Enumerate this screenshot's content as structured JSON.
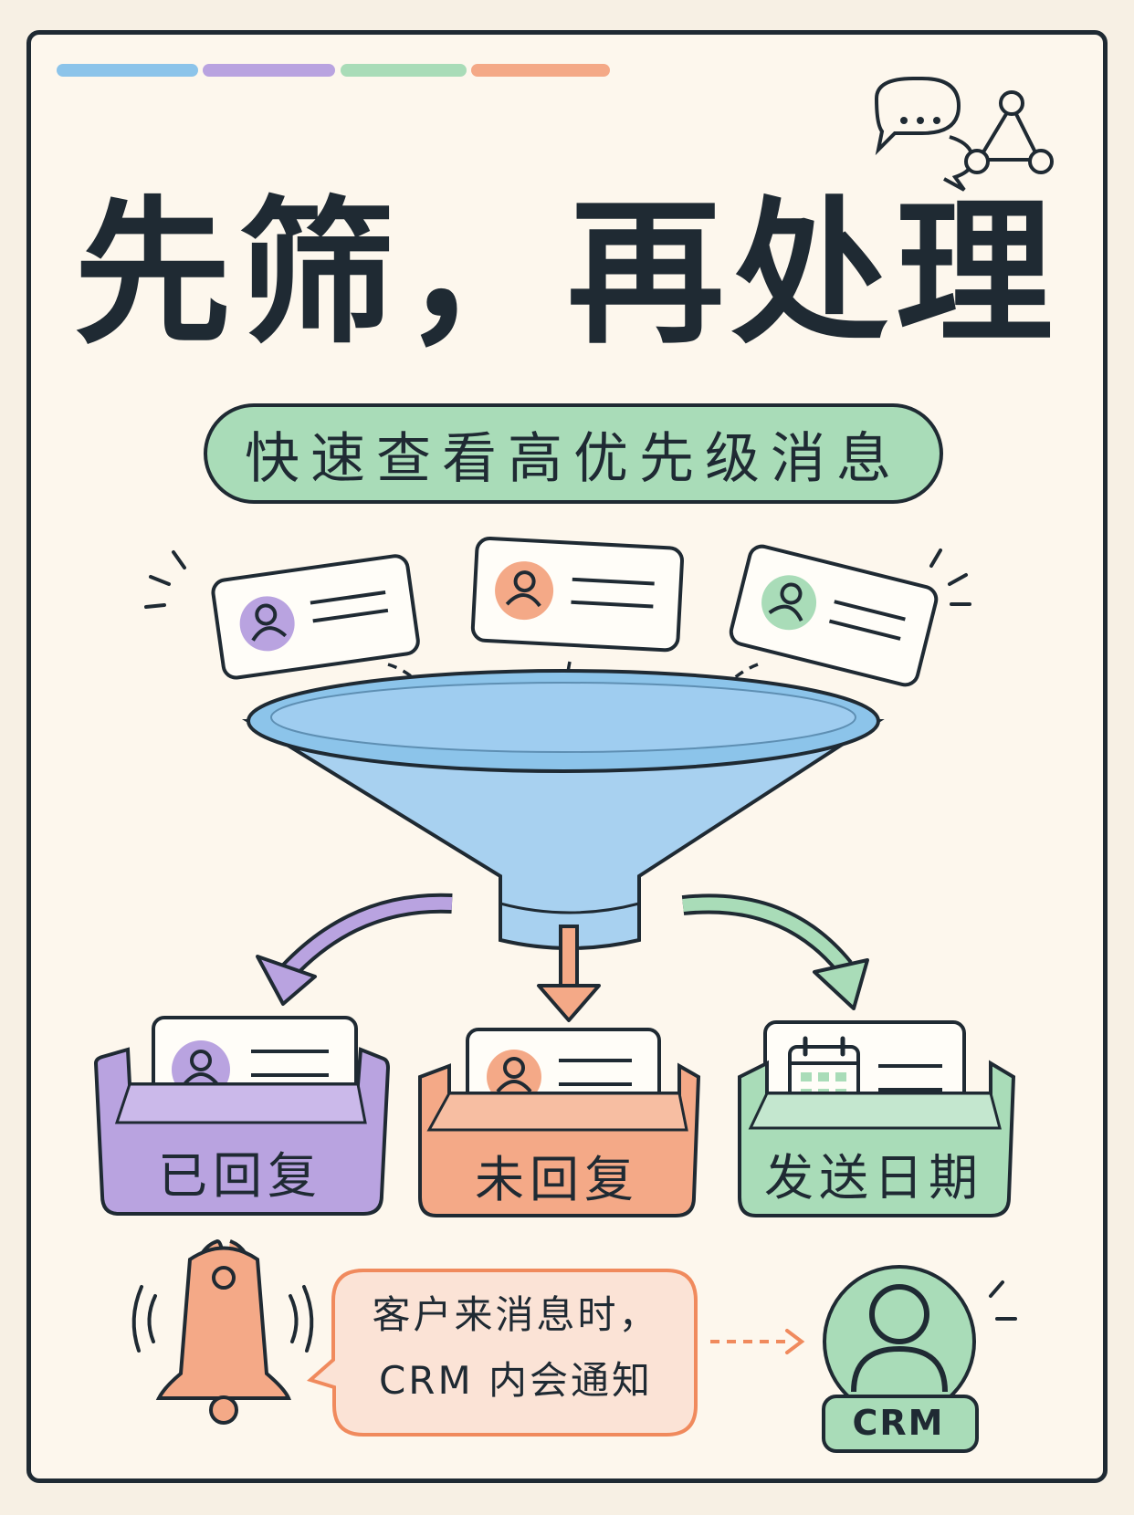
{
  "title": "先筛，再处理",
  "subtitle": "快速查看高优先级消息",
  "icons": {
    "top_right": [
      "chat-bubbles-icon",
      "network-icon"
    ],
    "cards": [
      "user-avatar-icon",
      "calendar-icon"
    ],
    "notification": "bell-icon",
    "crm": "crm-user-icon"
  },
  "colors": {
    "blue": "#8cc4ea",
    "purple": "#b9a3e0",
    "green": "#a9dcb8",
    "orange": "#f4a987",
    "ink": "#1f2a33",
    "paper": "#fdf7ed"
  },
  "categories": [
    {
      "label": "已回复",
      "color": "#b9a3e0"
    },
    {
      "label": "未回复",
      "color": "#f4a987"
    },
    {
      "label": "发送日期",
      "color": "#a9dcb8"
    }
  ],
  "notification": {
    "line1": "客户来消息时，",
    "line2": "CRM 内会通知"
  },
  "crm_label": "CRM"
}
